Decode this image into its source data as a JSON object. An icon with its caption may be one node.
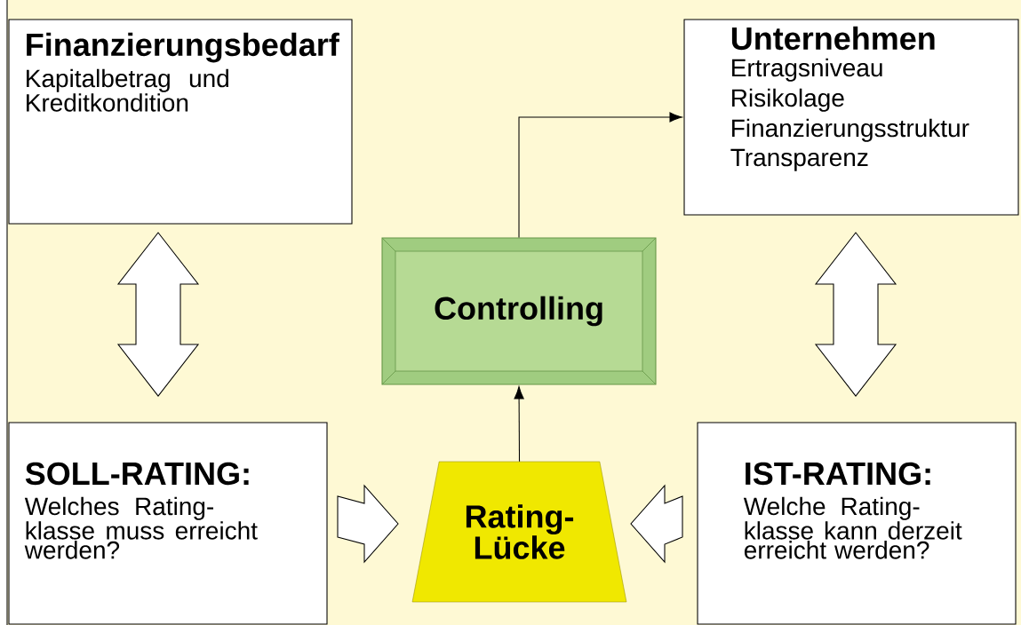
{
  "diagram": {
    "nodes": [
      {
        "text": [
          "Finanzierungsbedarf",
          "Kapitalbetrag und Kreditkondition"
        ]
      },
      {
        "text": [
          "Unternehmen",
          "Ertragsniveau",
          "Risikolage",
          "Finanzierungsstruktur",
          "Transparenz"
        ]
      },
      {
        "text": [
          "Controlling"
        ]
      },
      {
        "text": [
          "SOLL-RATING:",
          "Welches Rating-klasse muss erreicht werden?"
        ]
      },
      {
        "text": [
          "Rating-Lücke"
        ]
      },
      {
        "text": [
          "IST-RATING:",
          "Welche Rating-klasse kann derzeit erreicht werden?"
        ]
      }
    ],
    "edges": [
      {
        "from": 0,
        "to": 3,
        "arrow": "both",
        "style": "thick"
      },
      {
        "from": 1,
        "to": 5,
        "arrow": "both",
        "style": "thick"
      },
      {
        "from": 3,
        "to": 4,
        "arrow": "to",
        "style": "thick"
      },
      {
        "from": 5,
        "to": 4,
        "arrow": "to",
        "style": "thick"
      },
      {
        "from": 4,
        "to": 2,
        "arrow": "to"
      },
      {
        "from": 2,
        "to": 1,
        "arrow": "to"
      }
    ]
  }
}
